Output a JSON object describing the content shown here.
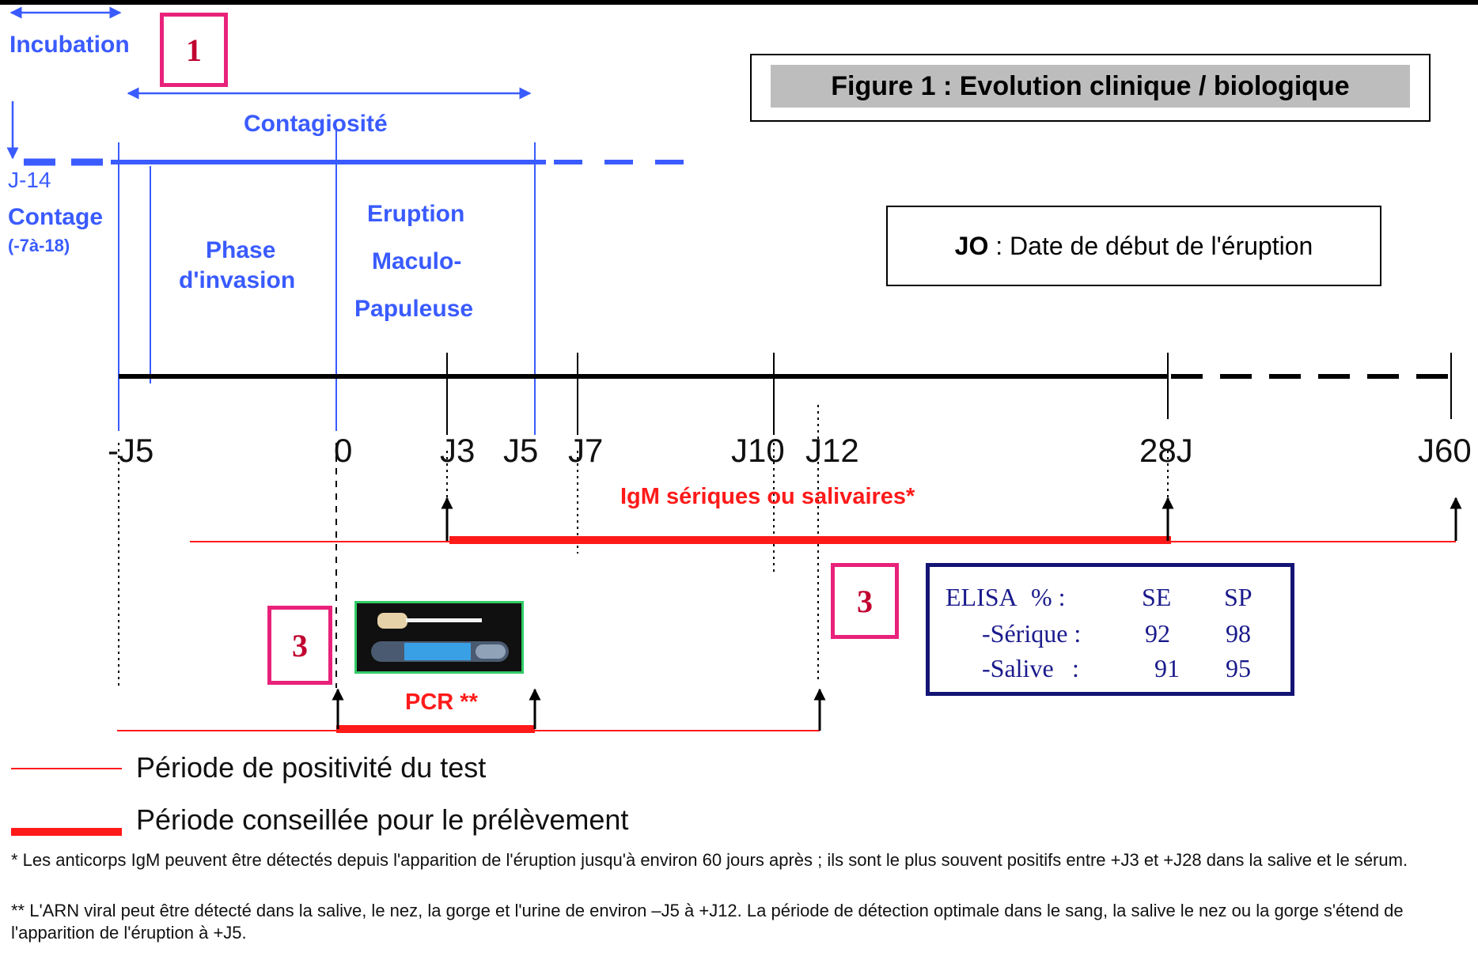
{
  "figure_title": "Figure 1 : Evolution clinique / biologique",
  "jo_note": {
    "bold": "JO",
    "rest": " : Date de début de l'éruption"
  },
  "phases": {
    "incubation": "Incubation",
    "contagiosite": "Contagiosité",
    "j14": "J-14",
    "contage": "Contage",
    "contage_range": "(-7à-18)",
    "invasion_1": "Phase",
    "invasion_2": "d'invasion",
    "eruption_1": "Eruption",
    "eruption_2": "Maculo-",
    "eruption_3": "Papuleuse"
  },
  "ticks": [
    "-J5",
    "0",
    "J3",
    "J5",
    "J7",
    "J10",
    "J12",
    "28J",
    "J60"
  ],
  "markers": {
    "box1": "1",
    "box3a": "3",
    "box3b": "3"
  },
  "tests": {
    "igm_label": "IgM sériques ou salivaires*",
    "pcr_label": "PCR **"
  },
  "elisa": {
    "header": [
      "ELISA",
      "% :",
      "SE",
      "SP"
    ],
    "rows": [
      {
        "label": "-Sérique :",
        "se": "92",
        "sp": "98"
      },
      {
        "label": "-Salive",
        "sep": ":",
        "se": "91",
        "sp": "95"
      }
    ]
  },
  "legend": {
    "thin": "Période de positivité du test",
    "thick": "Période conseillée pour le prélèvement"
  },
  "footnotes": {
    "note1": "* Les anticorps IgM peuvent être détectés depuis l'apparition de l'éruption jusqu'à environ 60 jours après ; ils sont le plus souvent positifs entre +J3 et +J28 dans la salive et le sérum.",
    "note2": "** L'ARN viral peut être détecté dans la salive, le nez, la gorge et l'urine de environ –J5 à +J12. La période de détection optimale dans le sang, la salive le nez ou la gorge s'étend de l'apparition de l'éruption à +J5."
  },
  "colors": {
    "blue": "#3a5bff",
    "red": "#ff1a1a",
    "magenta": "#e8227a",
    "navy": "#141475",
    "green": "#33cc66"
  }
}
